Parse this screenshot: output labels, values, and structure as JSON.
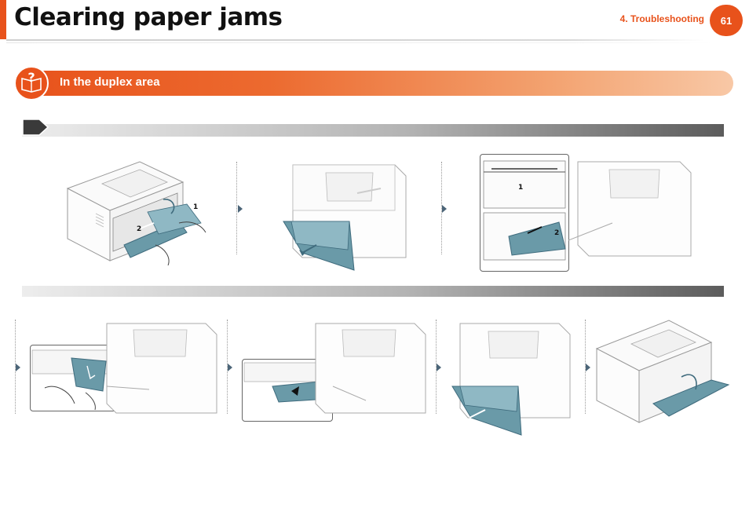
{
  "header": {
    "title": "Clearing paper jams",
    "chapter": "4.  Troubleshooting",
    "page_number": "61"
  },
  "section": {
    "title": "In the duplex area",
    "icon": "question-book-icon"
  },
  "step_rows": [
    {
      "panels": [
        "rear-cover-pull-paper",
        "remove-tray",
        "remove-jam-tray-cavity"
      ]
    },
    {
      "panels": [
        "pull-paper-from-cavity",
        "push-guide-lever",
        "insert-tray",
        "close-rear-cover"
      ]
    }
  ],
  "callouts": [
    "1",
    "2",
    "1",
    "2"
  ],
  "colors": {
    "accent": "#e8521b",
    "paper_teal": "#6a9aa8",
    "tray_dark": "#3f6b7d"
  }
}
